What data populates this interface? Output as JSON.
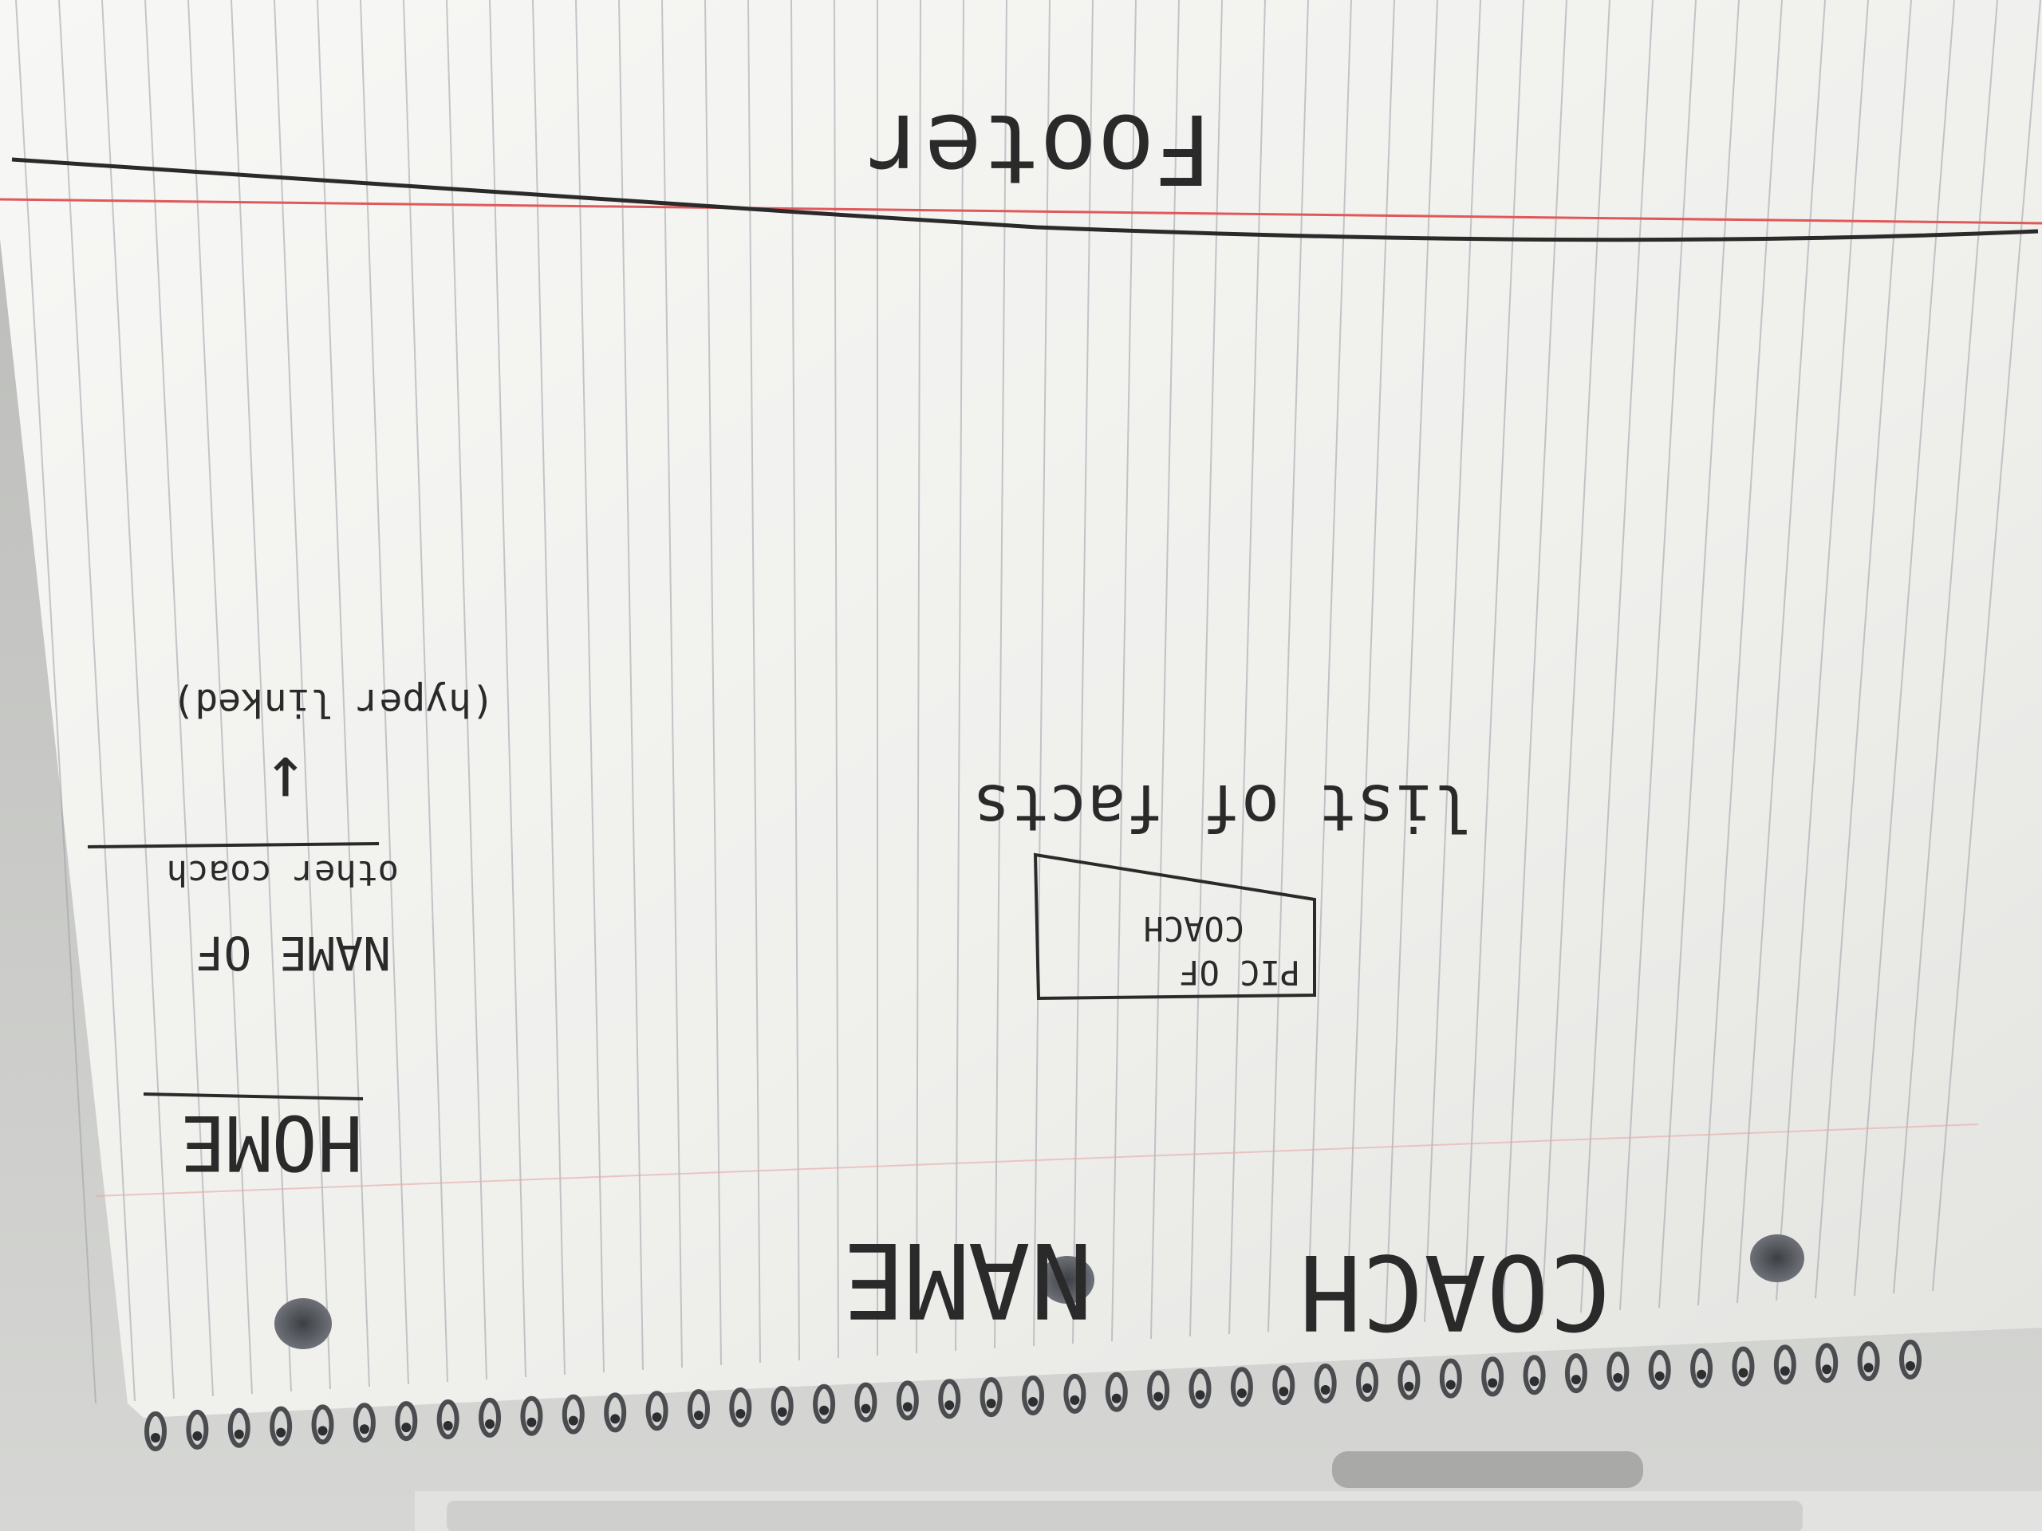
{
  "scene": {
    "description_none": "",
    "colors": {
      "paper": "#f4f4f1",
      "rule_line": "#9a9fa6",
      "margin_line": "#e0585a",
      "ink": "#2a2a2a",
      "desk_bottom": "#d8d9d6"
    },
    "icons": [
      "spiral-binding-icon",
      "punch-hole-icon"
    ]
  },
  "sketch": {
    "footer_label": "Footer",
    "site_title_word1": "COACH",
    "site_title_word2": "NAME",
    "nav_home": "HOME",
    "nav_name_of": "NAME OF",
    "nav_other_coach": "other coach",
    "nav_arrow": "↓",
    "nav_note": "(hyper linked)",
    "pic_line1": "PIC   OF",
    "pic_line2": "COACH",
    "facts": "list of facts"
  }
}
